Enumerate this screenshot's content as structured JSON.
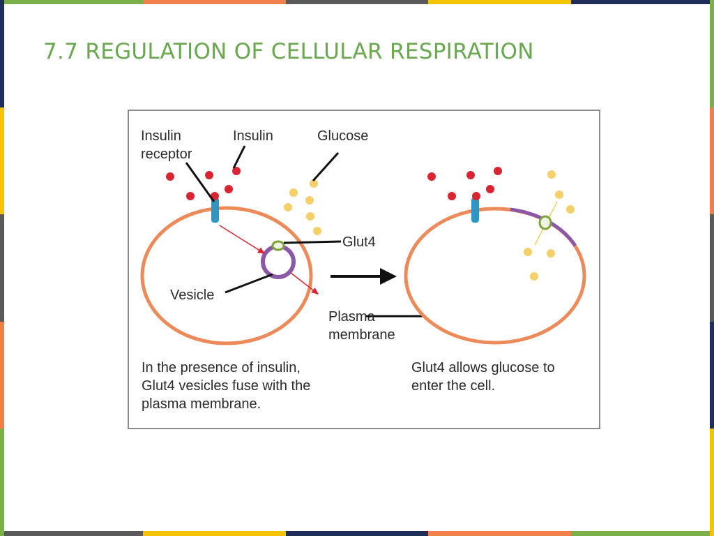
{
  "slide": {
    "title": "7.7 REGULATION OF CELLULAR RESPIRATION",
    "title_color": "#6aa84f"
  },
  "theme_colors": {
    "green": "#7aaf4a",
    "orange": "#f07f4a",
    "gray": "#5a5a5a",
    "yellow": "#f5c400",
    "navy": "#1f2d5a",
    "membrane": "#ec8a59",
    "vesicle": "#8b58a8",
    "insulin": "#d92532",
    "glucose": "#f4cf6a",
    "receptor": "#2e95c4",
    "glut4": "#7fa33c"
  },
  "figure": {
    "labels": {
      "insulin_receptor_line1": "Insulin",
      "insulin_receptor_line2": "receptor",
      "insulin": "Insulin",
      "glucose": "Glucose",
      "glut4": "Glut4",
      "vesicle": "Vesicle",
      "plasma_line1": "Plasma",
      "plasma_line2": "membrane"
    },
    "captions": {
      "left": [
        "In the presence of insulin,",
        "Glut4 vesicles fuse with the",
        "plasma membrane."
      ],
      "right": [
        "Glut4 allows glucose to",
        "enter the cell."
      ]
    }
  }
}
